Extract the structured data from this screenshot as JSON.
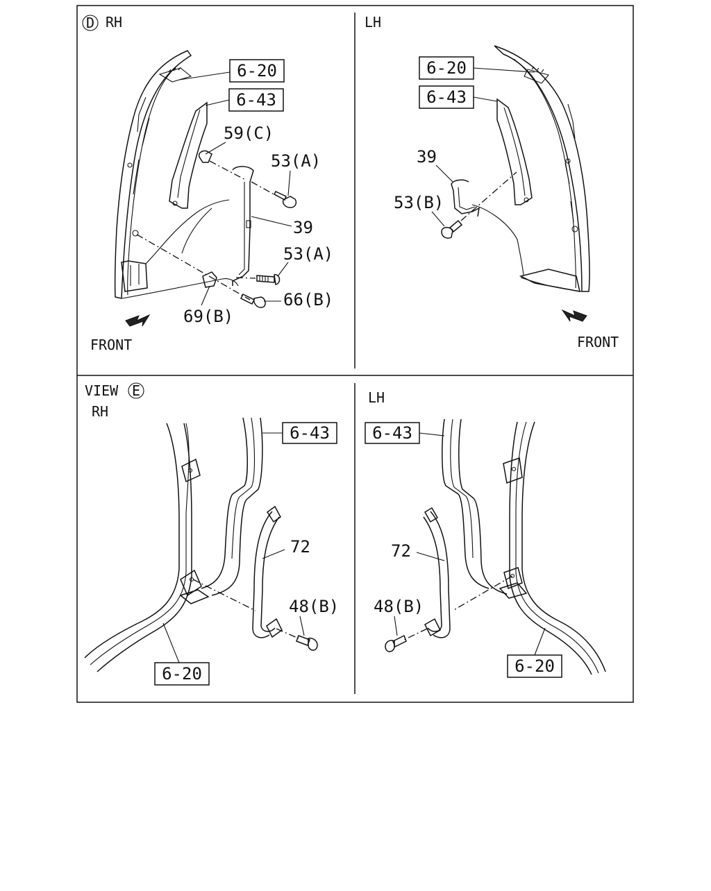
{
  "panels": {
    "top_left": {
      "view_letter": "D",
      "side": "RH",
      "front_label": "FRONT",
      "ref_boxes": [
        "6-20",
        "6-43"
      ],
      "callouts": [
        "59(C)",
        "53(A)",
        "39",
        "53(A)",
        "66(B)",
        "69(B)"
      ]
    },
    "top_right": {
      "side": "LH",
      "front_label": "FRONT",
      "ref_boxes": [
        "6-20",
        "6-43"
      ],
      "callouts": [
        "39",
        "53(B)"
      ]
    },
    "bottom_left": {
      "view_prefix": "VIEW",
      "view_letter": "E",
      "side": "RH",
      "ref_boxes": [
        "6-43",
        "6-20"
      ],
      "callouts": [
        "72",
        "48(B)"
      ]
    },
    "bottom_right": {
      "side": "LH",
      "ref_boxes": [
        "6-43",
        "6-20"
      ],
      "callouts": [
        "72",
        "48(B)"
      ]
    }
  }
}
